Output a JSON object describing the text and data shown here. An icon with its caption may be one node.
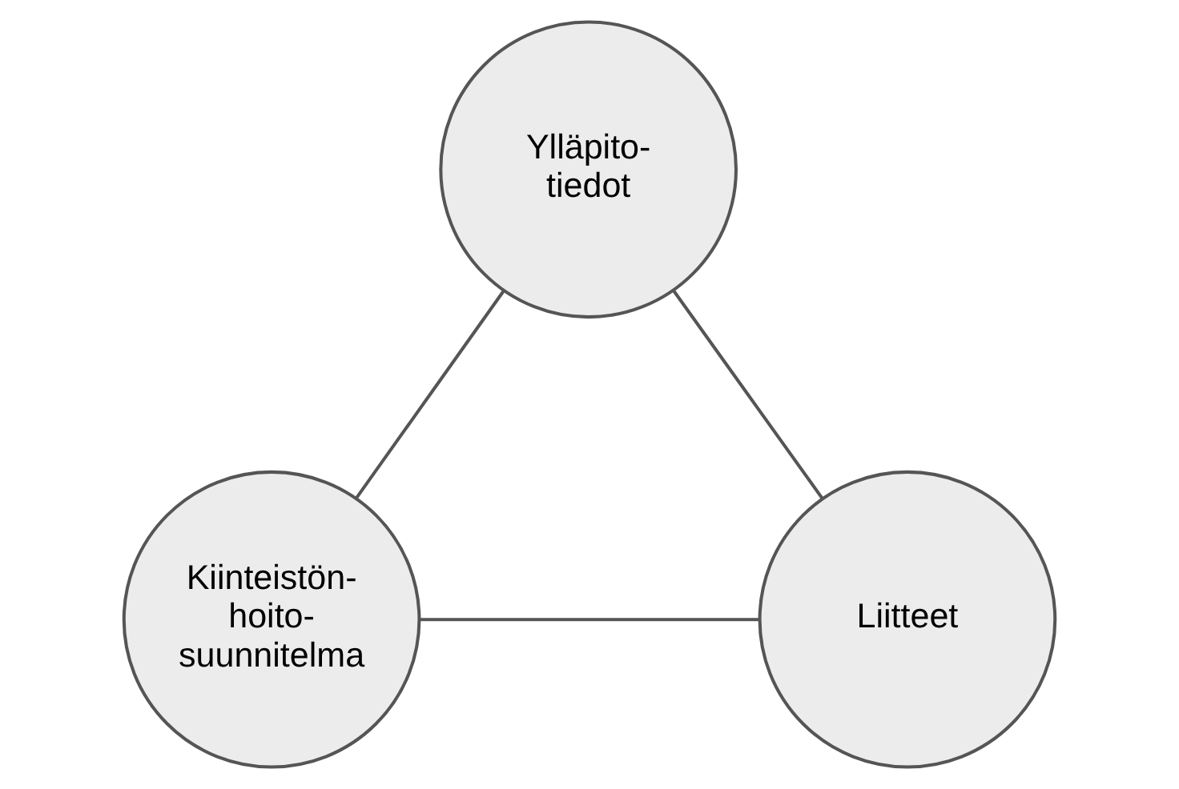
{
  "diagram": {
    "nodes": [
      {
        "text": [
          "Ylläpito- tiedot"
        ]
      },
      {
        "text": [
          "Kiinteistön- hoito- suunnitelma"
        ]
      },
      {
        "text": [
          "Liitteet"
        ]
      }
    ],
    "edges": [
      {
        "from": 0,
        "to": 1,
        "arrow": "none"
      },
      {
        "from": 0,
        "to": 2,
        "arrow": "none"
      },
      {
        "from": 1,
        "to": 2,
        "arrow": "none"
      }
    ]
  }
}
